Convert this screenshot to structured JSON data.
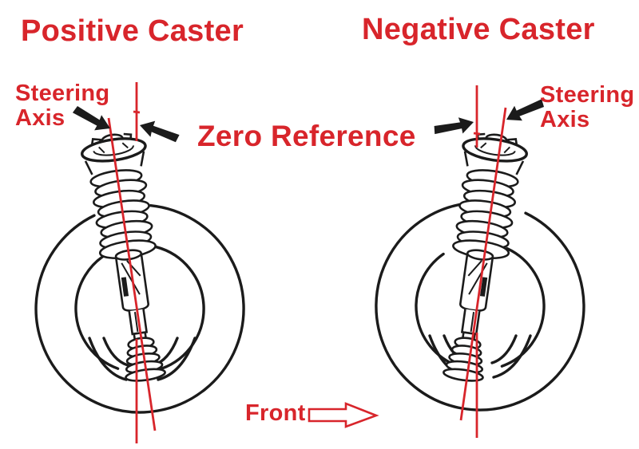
{
  "colors": {
    "accent_red": "#d8252b",
    "line_black": "#1b1b1b",
    "background": "#ffffff"
  },
  "titles": {
    "positive": "Positive Caster",
    "negative": "Negative Caster"
  },
  "labels": {
    "steering_axis_left": {
      "line1": "Steering",
      "line2": "Axis"
    },
    "steering_axis_right": {
      "line1": "Steering",
      "line2": "Axis"
    },
    "zero_reference": "Zero Reference",
    "front": "Front"
  }
}
